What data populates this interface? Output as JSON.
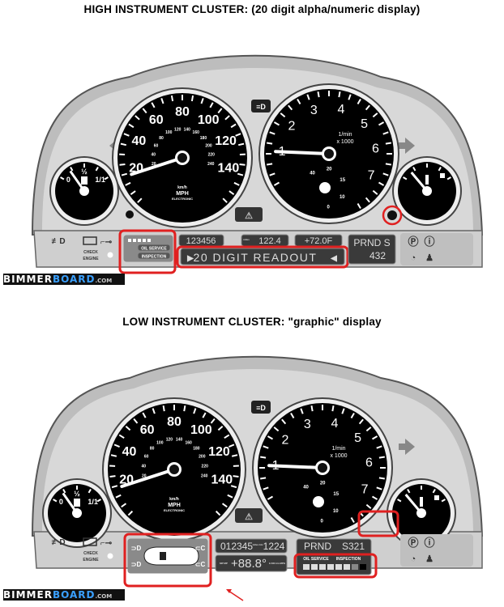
{
  "titles": {
    "high": "HIGH INSTRUMENT CLUSTER:  (20 digit alpha/numeric display)",
    "low": "LOW INSTRUMENT CLUSTER:  \"graphic\" display"
  },
  "logo": {
    "brand_a": "BIMMER",
    "brand_b": "BOARD",
    "suffix": ".COM"
  },
  "speedometer": {
    "mph_ticks": [
      "20",
      "40",
      "60",
      "80",
      "100",
      "120",
      "140"
    ],
    "kmh_ticks": [
      "20",
      "40",
      "60",
      "80",
      "100",
      "120",
      "140",
      "160",
      "180",
      "200",
      "220",
      "240"
    ],
    "unit_small": "km/h",
    "unit": "MPH",
    "label": "ELECTRONIC"
  },
  "tachometer": {
    "ticks": [
      "1",
      "2",
      "3",
      "4",
      "5",
      "6",
      "7"
    ],
    "economy_ticks": [
      "40",
      "20",
      "15",
      "10",
      "0"
    ],
    "unit": "1/min",
    "multiplier": "x 1000"
  },
  "fuel_gauge": {
    "ticks": [
      "0",
      "½",
      "1/1"
    ]
  },
  "high_cluster": {
    "check_engine": [
      "CHECK",
      "ENGINE"
    ],
    "oil_service": "OIL SERVICE",
    "inspection": "INSPECTION",
    "odometer": "123456",
    "trip": "122.4",
    "trip_unit": "miles",
    "temperature": "+72.0F",
    "gear": "PRND S",
    "gear_sub": "432",
    "readout": "20 DIGIT READOUT"
  },
  "low_cluster": {
    "check_engine": [
      "CHECK",
      "ENGINE"
    ],
    "odometer": "012345",
    "odo_units": "miles km",
    "trip": "1224",
    "temp_prefix": "MP MP",
    "temperature": "+88.8°",
    "temp_units": "1/100 km MPG",
    "gear": "PRND",
    "gear_sub": "S321",
    "oil_service": "OIL SERVICE",
    "inspection": "INSPECTION"
  },
  "colors": {
    "highlight": "#e02020",
    "gauge_face": "#000000",
    "panel": "#d4d4d4",
    "lcd": "#3a3a3a"
  }
}
